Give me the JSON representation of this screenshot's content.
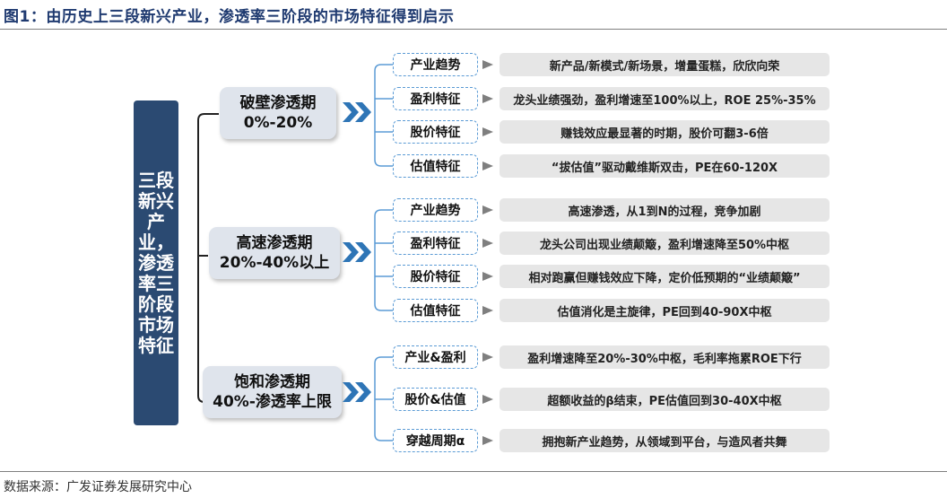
{
  "title": "图1：由历史上三段新兴产业，渗透率三阶段的市场特征得到启示",
  "source": "数据来源：广发证券发展研究中心",
  "main_label": "三段新兴产业，渗透率三阶段市场特征",
  "stages": [
    {
      "name": "破壁渗透期",
      "range": "0%-20%",
      "rows": [
        {
          "label": "产业趋势",
          "text": "新产品/新模式/新场景，增量蛋糕，欣欣向荣"
        },
        {
          "label": "盈利特征",
          "text": "龙头业绩强劲，盈利增速至100%以上，ROE 25%-35%"
        },
        {
          "label": "股价特征",
          "text": "赚钱效应最显著的时期，股价可翻3-6倍"
        },
        {
          "label": "估值特征",
          "text": "“拔估值”驱动戴维斯双击，PE在60-120X"
        }
      ]
    },
    {
      "name": "高速渗透期",
      "range": "20%-40%以上",
      "rows": [
        {
          "label": "产业趋势",
          "text": "高速渗透，从1到N的过程，竞争加剧"
        },
        {
          "label": "盈利特征",
          "text": "龙头公司出现业绩颠簸，盈利增速降至50%中枢"
        },
        {
          "label": "股价特征",
          "text": "相对跑赢但赚钱效应下降，定价低预期的“业绩颠簸”"
        },
        {
          "label": "估值特征",
          "text": "估值消化是主旋律，PE回到40-90X中枢"
        }
      ]
    },
    {
      "name": "饱和渗透期",
      "range": "40%-渗透率上限",
      "rows": [
        {
          "label": "产业&盈利",
          "text": "盈利增速降至20%-30%中枢，毛利率拖累ROE下行"
        },
        {
          "label": "股价&估值",
          "text": "超额收益的β结束，PE估值回到30-40X中枢"
        },
        {
          "label": "穿越周期α",
          "text": "拥抱新产业趋势，从领域到平台，与造风者共舞"
        }
      ]
    }
  ],
  "colors": {
    "title": "#1f3a70",
    "main_box": "#2b4a72",
    "chevron": "#2e75b6",
    "pill_border": "#5b9bd5",
    "arrow": "#7f7f7f",
    "stage_bg": "#dfe4ec",
    "desc_bg": "#e6e6e6"
  }
}
